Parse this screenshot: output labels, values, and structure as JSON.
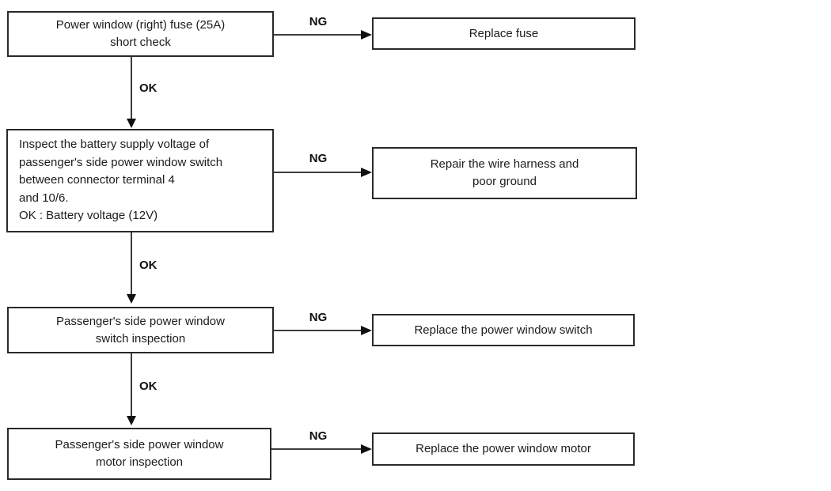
{
  "diagram": {
    "type": "troubleshooting-flowchart",
    "connector_labels": {
      "ng": "NG",
      "ok": "OK"
    },
    "steps": [
      {
        "check_lines": [
          "Power window (right) fuse (25A)",
          "short check"
        ],
        "ng_action_lines": [
          "Replace fuse"
        ]
      },
      {
        "check_lines": [
          "Inspect the battery supply voltage of",
          "passenger's side power window switch",
          "between connector terminal 4",
          "and 10/6.",
          "OK : Battery voltage (12V)"
        ],
        "ng_action_lines": [
          "Repair the wire harness and",
          "poor ground"
        ]
      },
      {
        "check_lines": [
          "Passenger's side power window",
          "switch inspection"
        ],
        "ng_action_lines": [
          "Replace the power window switch"
        ]
      },
      {
        "check_lines": [
          "Passenger's side power window",
          "motor inspection"
        ],
        "ng_action_lines": [
          "Replace the power window motor"
        ]
      }
    ]
  },
  "colors": {
    "background": "#ffffff",
    "box_border": "#2a2a2a",
    "text": "#1c1c1c",
    "arrow": "#101010"
  }
}
